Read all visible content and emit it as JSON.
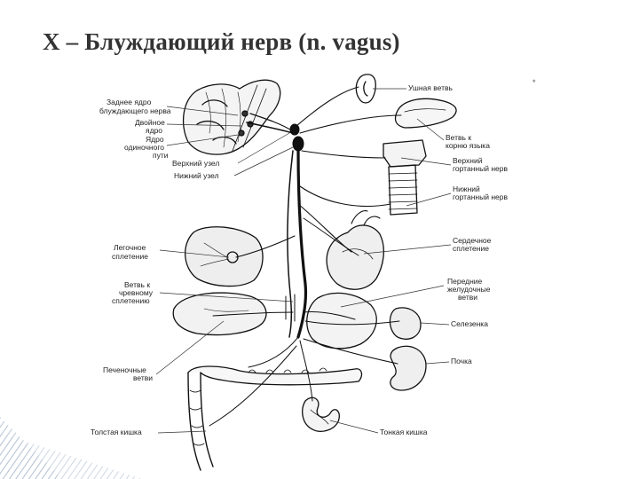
{
  "slide": {
    "title": "X – Блуждающий нерв (n. vagus)"
  },
  "diagram": {
    "labels_left": [
      "Заднее ядро",
      "блуждающего нерва",
      "Двойное",
      "ядро",
      "Ядро",
      "одиночного",
      "пути",
      "Верхний узел",
      "Нижний узел",
      "Легочное",
      "сплетение",
      "Ветвь к",
      "чревному",
      "сплетению",
      "Печеночные",
      "ветви",
      "Толстая кишка"
    ],
    "labels_right": [
      "Ушная ветвь",
      "Ветвь к",
      "корню языка",
      "Верхний",
      "гортанный нерв",
      "Нижний",
      "гортанный нерв",
      "Сердечное",
      "сплетение",
      "Передние",
      "желудочные",
      "ветви",
      "Селезенка",
      "Почка",
      "Тонкая кишка"
    ],
    "corner_mark": "*"
  },
  "colors": {
    "title": "#333333",
    "line": "#111111",
    "deco_stripe": "#b9c6d6"
  }
}
